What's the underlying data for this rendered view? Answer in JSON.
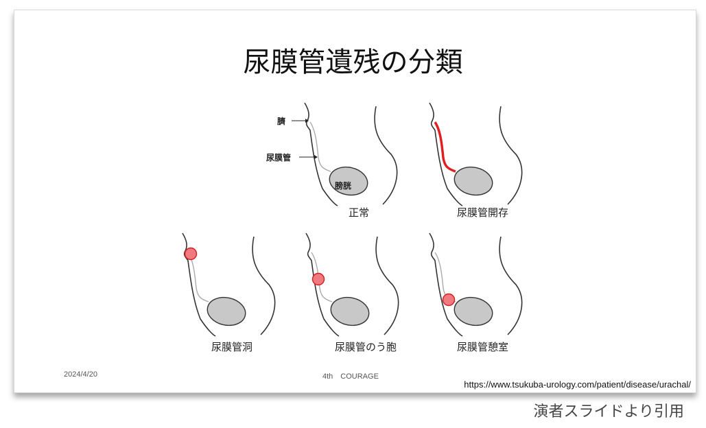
{
  "slide": {
    "title": "尿膜管遺残の分類",
    "labels": {
      "navel": "臍",
      "urachus": "尿膜管",
      "bladder": "膀胱"
    },
    "captions": {
      "normal": "正常",
      "patent": "尿膜管開存",
      "sinus": "尿膜管洞",
      "cyst": "尿膜管のう胞",
      "diverticulum": "尿膜管憩室"
    },
    "footer": {
      "date": "2024/4/20",
      "event": "4th　COURAGE"
    },
    "source_url": "https://www.tsukuba-urology.com/patient/disease/urachal/"
  },
  "note": "演者スライドより引用",
  "colors": {
    "highlight_red": "#e02020",
    "cyst_fill": "#f07a80",
    "bladder_fill": "#c8c8c8"
  }
}
